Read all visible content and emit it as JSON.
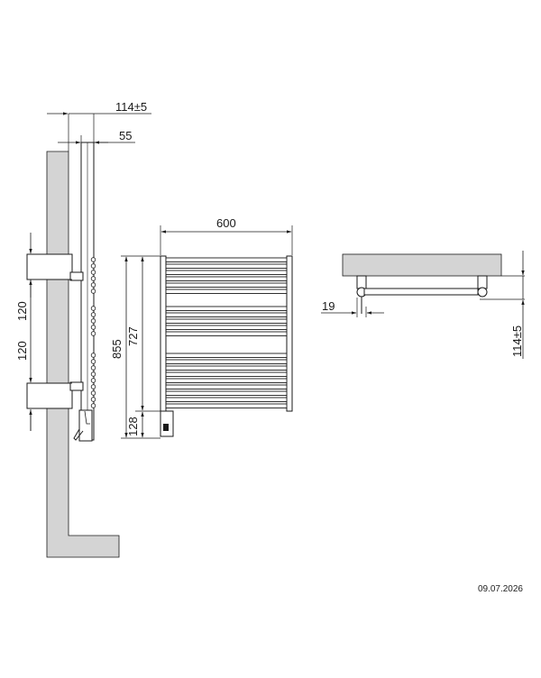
{
  "dimensions": {
    "side_depth_total": "114±5",
    "side_depth_body": "55",
    "spacing_upper": "120",
    "spacing_lower": "120",
    "front_width": "600",
    "front_height_total": "855",
    "front_height_pipes": "727",
    "front_height_bottom": "128",
    "top_offset": "19",
    "top_depth_total": "114±5"
  },
  "date": "09.07.2026",
  "colors": {
    "wall": "#d4d4d4",
    "line": "#1a1a1a"
  }
}
